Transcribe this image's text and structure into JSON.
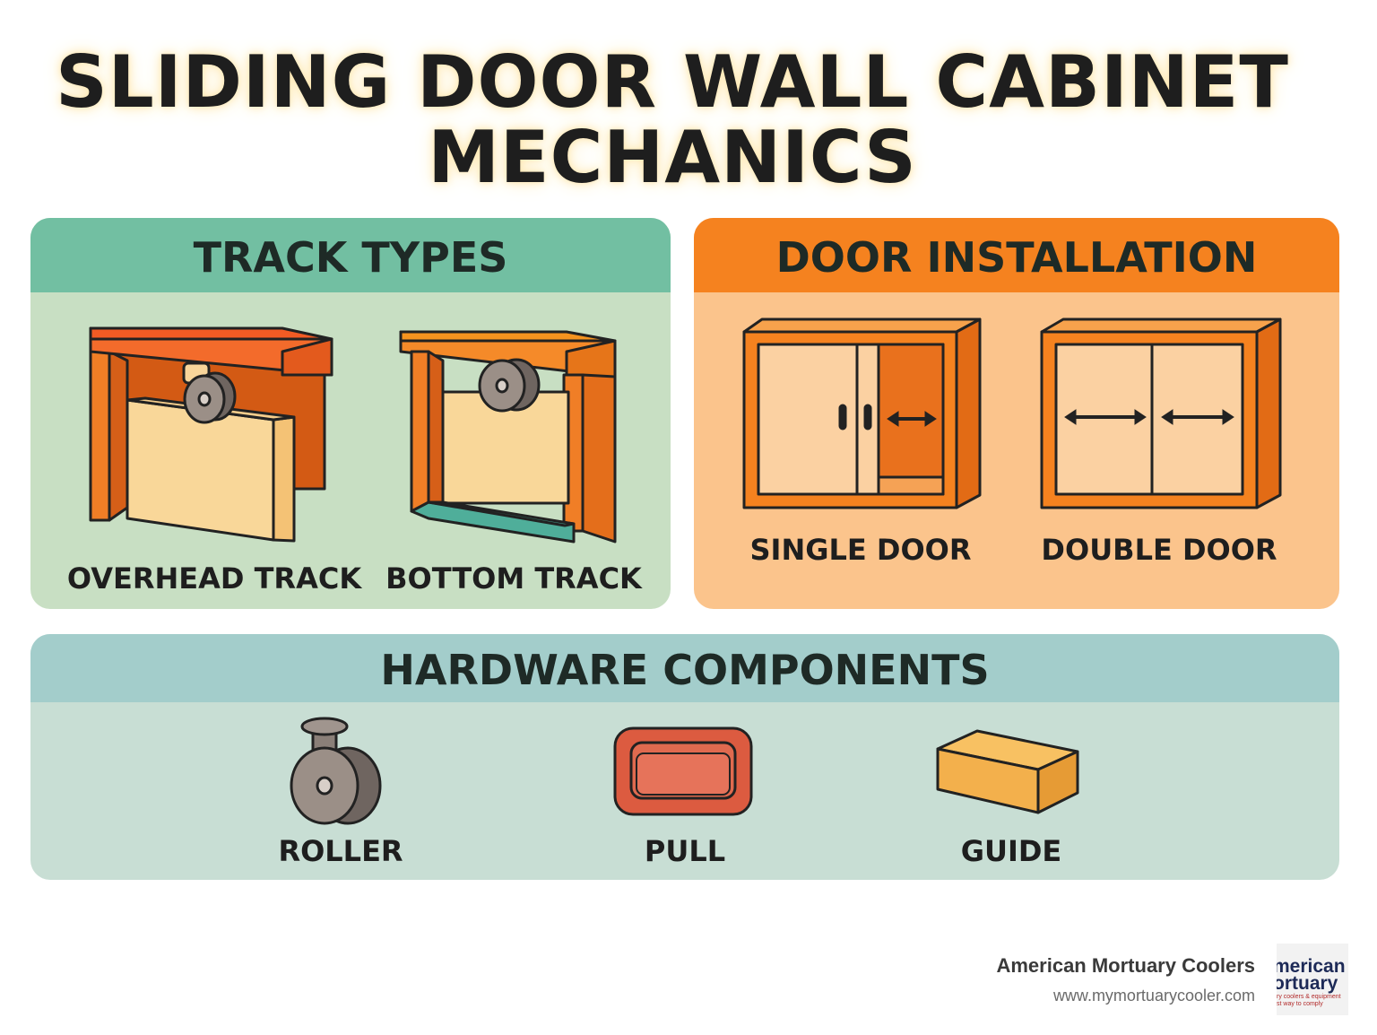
{
  "title": {
    "line1": "SLIDING DOOR WALL CABINET",
    "line2": "MECHANICS"
  },
  "track_types": {
    "heading": "TRACK TYPES",
    "items": [
      {
        "label": "OVERHEAD TRACK"
      },
      {
        "label": "BOTTOM TRACK"
      }
    ]
  },
  "door_installation": {
    "heading": "DOOR INSTALLATION",
    "items": [
      {
        "label": "SINGLE DOOR"
      },
      {
        "label": "DOUBLE DOOR"
      }
    ]
  },
  "hardware_components": {
    "heading": "HARDWARE COMPONENTS",
    "items": [
      {
        "label": "ROLLER"
      },
      {
        "label": "PULL"
      },
      {
        "label": "GUIDE"
      }
    ]
  },
  "footer": {
    "company": "American Mortuary Coolers",
    "url": "www.mymortuarycooler.com",
    "logo_line1": "merican",
    "logo_line2": "ortuary",
    "logo_line3": "ry coolers & equipment",
    "logo_line4": "st way to comply"
  },
  "colors": {
    "teal_head": "#72bfa2",
    "teal_body": "#c8dfc3",
    "orange_head": "#f5821f",
    "orange_body": "#fbc48c",
    "blue_head": "#a3cdcb",
    "blue_body": "#c8ded4"
  }
}
